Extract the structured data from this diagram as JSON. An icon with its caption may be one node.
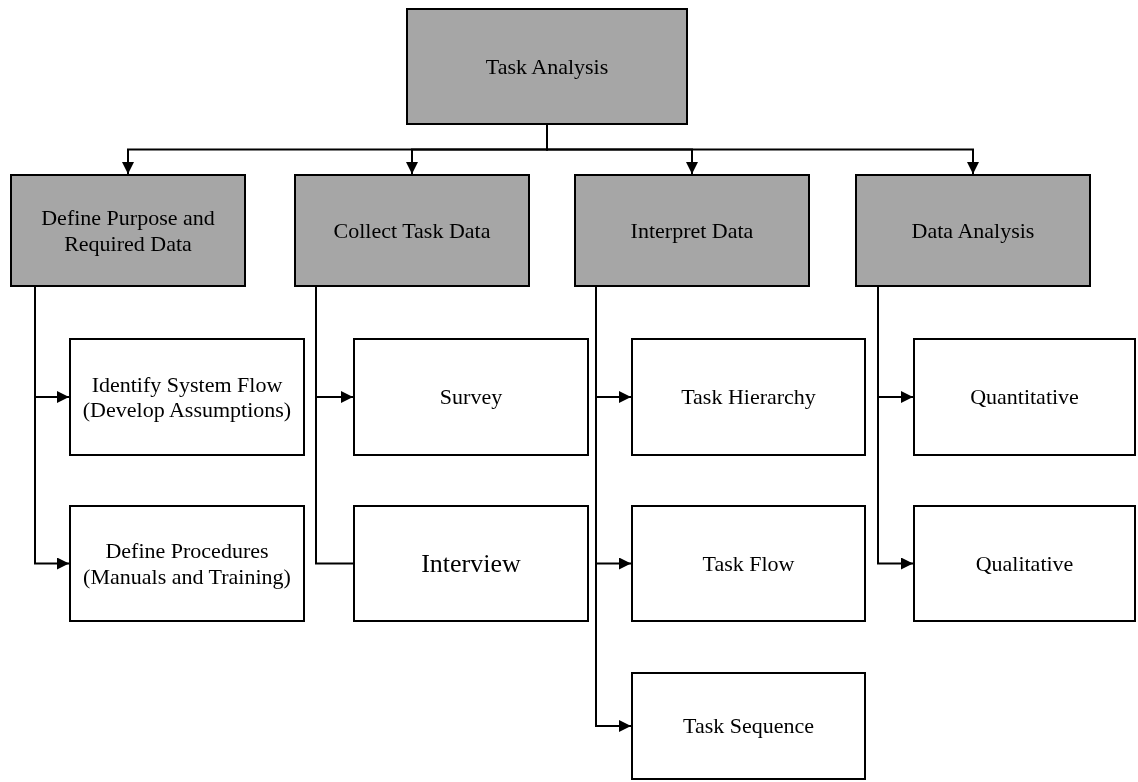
{
  "diagram": {
    "nodes": [
      {
        "text": [
          "Task Analysis"
        ]
      },
      {
        "text": [
          "Define Purpose and Required Data"
        ]
      },
      {
        "text": [
          "Collect Task Data"
        ]
      },
      {
        "text": [
          "Interpret Data"
        ]
      },
      {
        "text": [
          "Data Analysis"
        ]
      },
      {
        "text": [
          "Identify System Flow (Develop Assumptions)"
        ]
      },
      {
        "text": [
          "Define Procedures (Manuals and Training)"
        ]
      },
      {
        "text": [
          "Survey"
        ]
      },
      {
        "text": [
          "Interview"
        ]
      },
      {
        "text": [
          "Task Hierarchy"
        ]
      },
      {
        "text": [
          "Task Flow"
        ]
      },
      {
        "text": [
          "Task Sequence"
        ]
      },
      {
        "text": [
          "Quantitative"
        ]
      },
      {
        "text": [
          "Qualitative"
        ]
      }
    ],
    "edges": [
      {
        "from": 0,
        "to": 1,
        "arrow": "to"
      },
      {
        "from": 0,
        "to": 2,
        "arrow": "to"
      },
      {
        "from": 0,
        "to": 3,
        "arrow": "to"
      },
      {
        "from": 0,
        "to": 4,
        "arrow": "to"
      },
      {
        "from": 1,
        "to": 5,
        "arrow": "to"
      },
      {
        "from": 1,
        "to": 6,
        "arrow": "to"
      },
      {
        "from": 2,
        "to": 7,
        "arrow": "to"
      },
      {
        "from": 2,
        "to": 8,
        "arrow": "none"
      },
      {
        "from": 3,
        "to": 9,
        "arrow": "to"
      },
      {
        "from": 3,
        "to": 10,
        "arrow": "to"
      },
      {
        "from": 3,
        "to": 11,
        "arrow": "to"
      },
      {
        "from": 4,
        "to": 12,
        "arrow": "to"
      },
      {
        "from": 4,
        "to": 13,
        "arrow": "to"
      }
    ]
  }
}
